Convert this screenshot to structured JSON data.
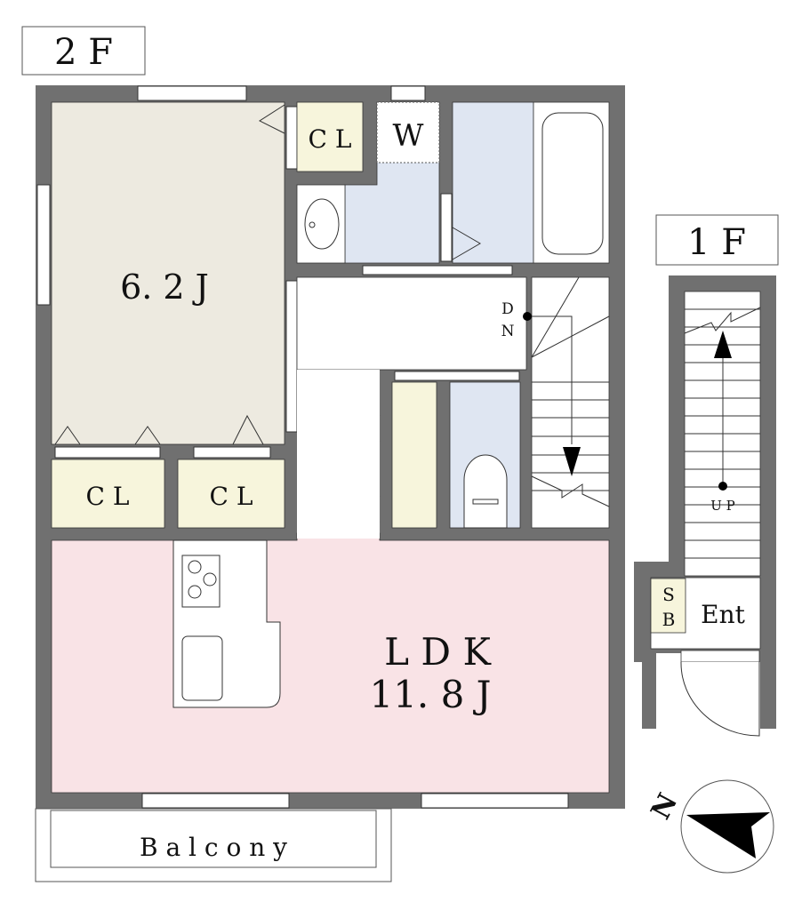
{
  "floors": {
    "second": "2 F",
    "first": "1 F"
  },
  "rooms": {
    "western_room": "6. 2 J",
    "closet_top": "C L",
    "washer": "W",
    "closet_left": "C L",
    "closet_right": "C L",
    "ldk_name": "L D K",
    "ldk_size": "11. 8 J",
    "balcony": "B a l c o n y",
    "shoe_box_s": "S",
    "shoe_box_b": "B",
    "entrance": "Ent"
  },
  "stairs": {
    "down_d": "D",
    "down_n": "N",
    "up": "U P"
  },
  "compass": {
    "north": "N"
  },
  "colors": {
    "wall": "#707070",
    "western": "#edeae0",
    "closet": "#f7f5dc",
    "wet": "#dfe6f2",
    "ldk": "#f9e3e6"
  }
}
